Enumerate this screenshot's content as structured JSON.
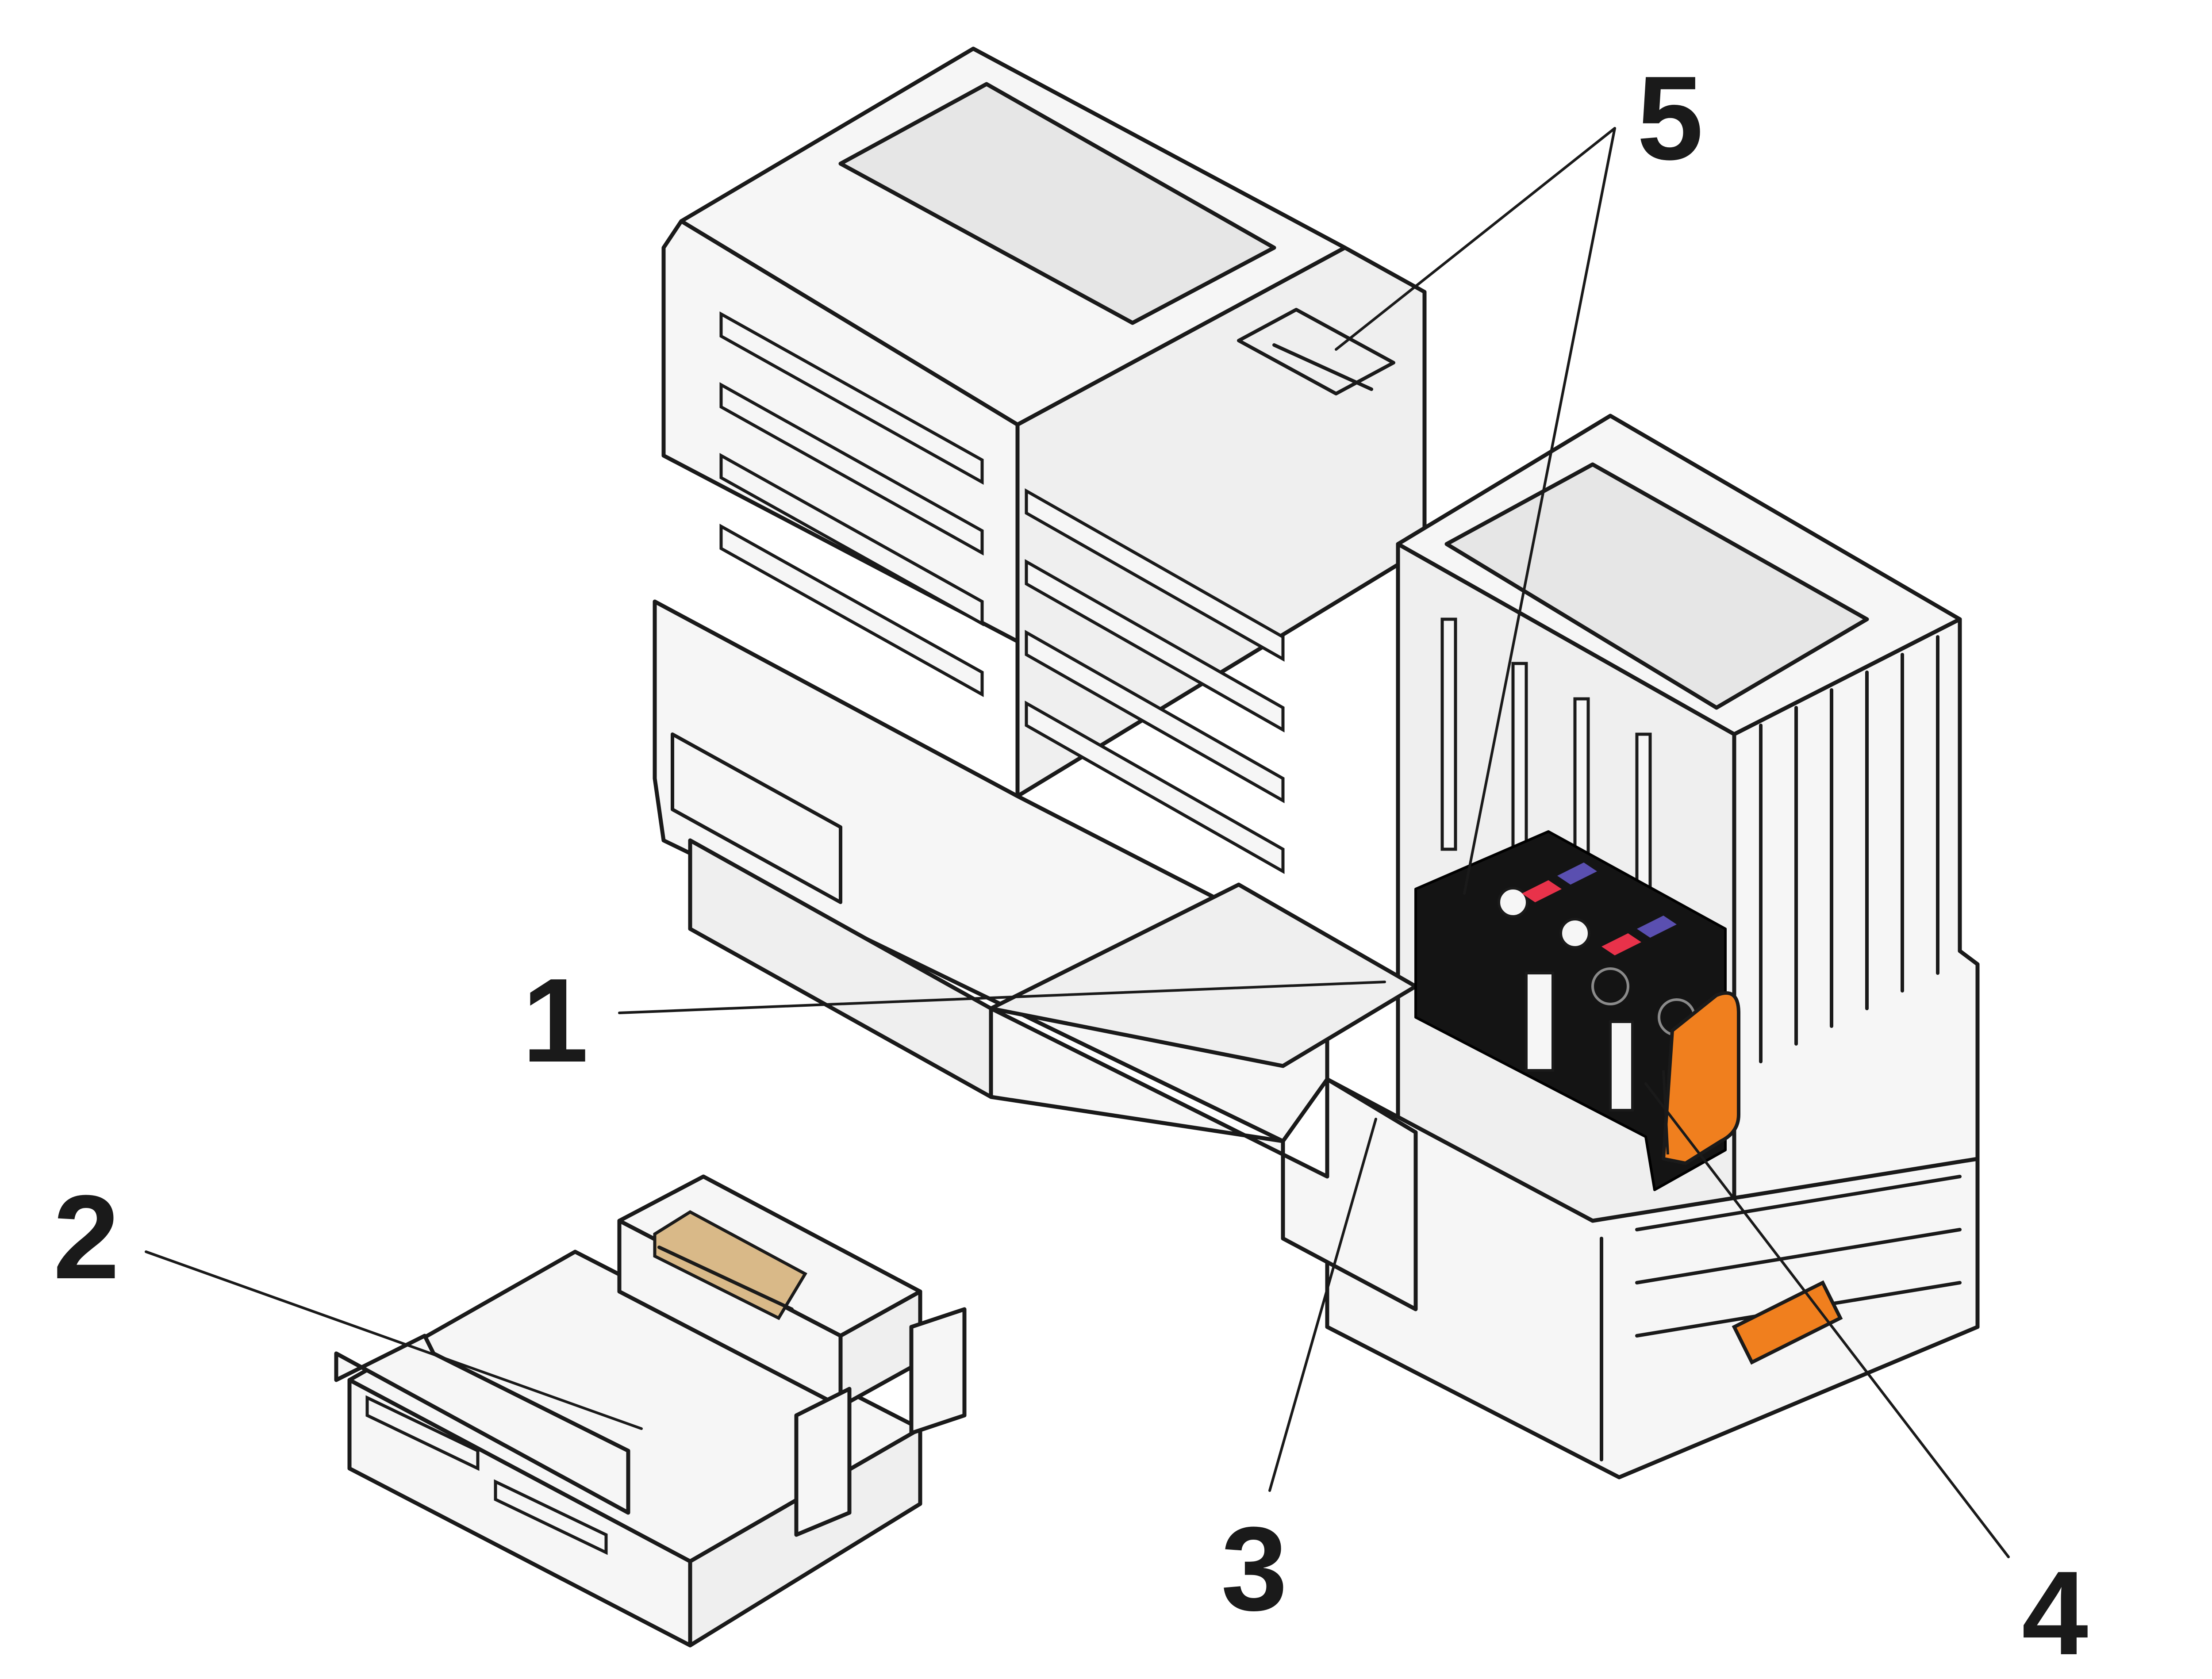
{
  "callouts": [
    {
      "id": "1",
      "label": "1"
    },
    {
      "id": "2",
      "label": "2"
    },
    {
      "id": "3",
      "label": "3"
    },
    {
      "id": "4",
      "label": "4"
    },
    {
      "id": "5",
      "label": "5"
    }
  ],
  "colors": {
    "outline": "#1a1a1a",
    "housing": "#f6f6f6",
    "label_window": "#e6e6e6",
    "terminal_block": "#141414",
    "release_lever": "#f07f1e",
    "led_red": "#e8324a",
    "led_blue": "#5a4fb0",
    "connector_contacts": "#d9b988"
  },
  "icons": {
    "module": "io-module-illustration",
    "bus_connector": "bus-connector-illustration",
    "terminal": "spring-terminal-block",
    "lever": "release-lever"
  }
}
